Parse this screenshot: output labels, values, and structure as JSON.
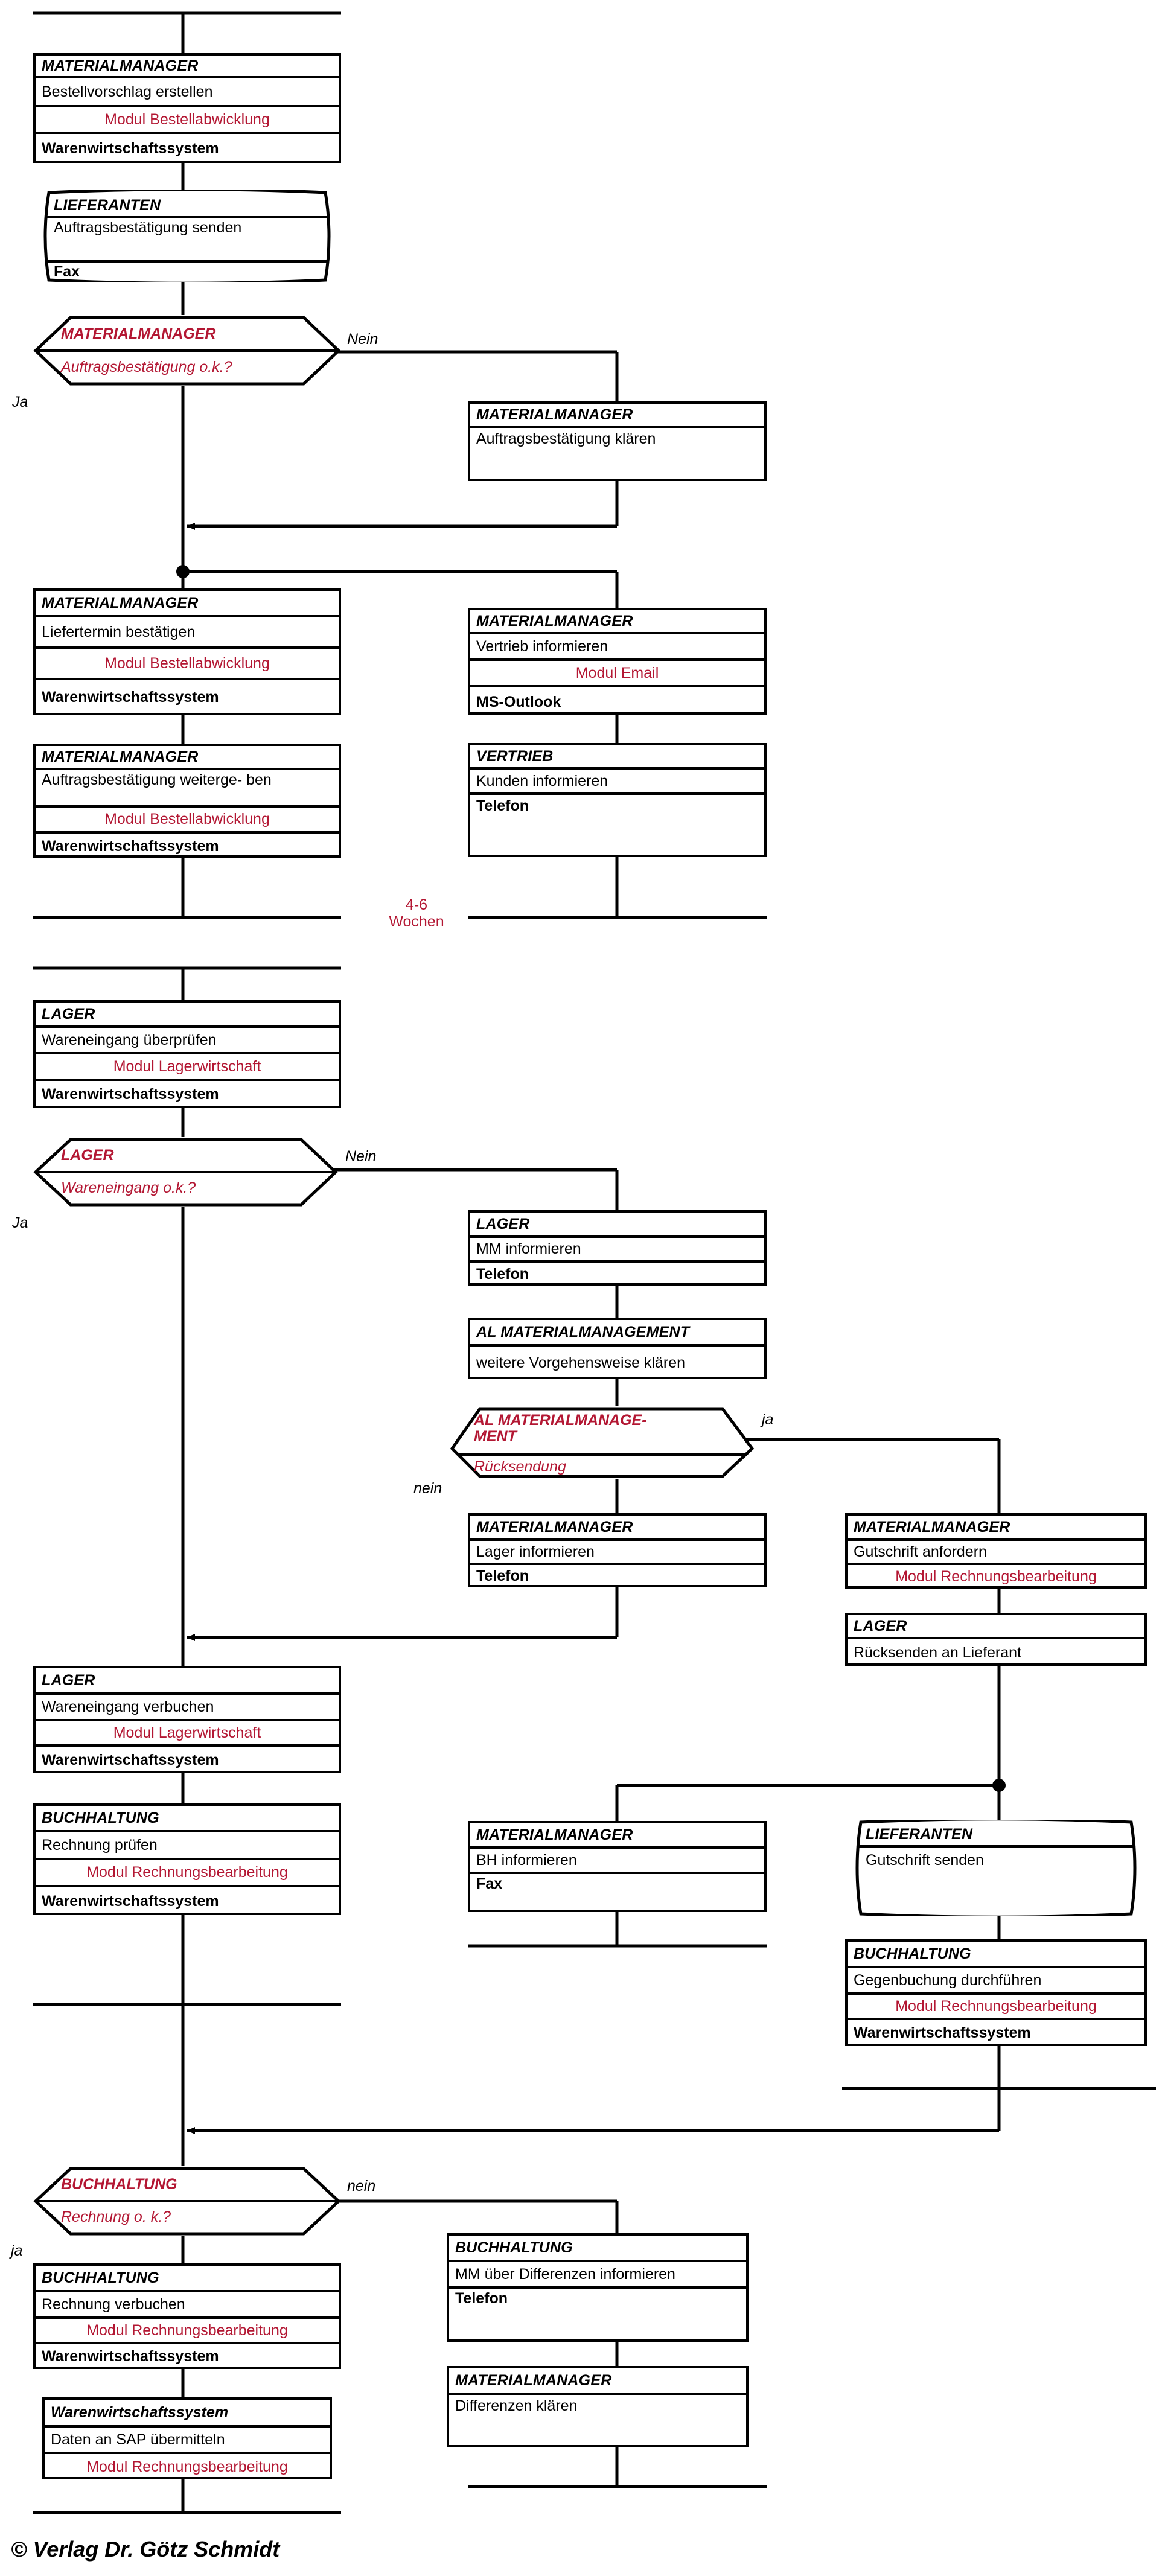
{
  "meta": {
    "title": "Ablaufdiagramm Bestellabwicklung",
    "accent_red": "#B31733",
    "line_color": "#000000"
  },
  "credit": "© Verlag Dr. Götz Schmidt",
  "labels": {
    "nein_1": "Nein",
    "ja_1": "Ja",
    "nein_2": "Nein",
    "ja_2": "Ja",
    "ja_3": "ja",
    "nein_3": "nein",
    "nein_4": "nein",
    "ja_4": "ja",
    "duration": "4-6\nWochen",
    "duration_line1": "4-6",
    "duration_line2": "Wochen"
  },
  "blocks": {
    "b1": {
      "role": "MATERIALMANAGER",
      "task": "Bestellvorschlag erstellen",
      "module": "Modul Bestellabwicklung",
      "system": "Warenwirtschaftssystem"
    },
    "b2": {
      "role": "LIEFERANTEN",
      "task": "Auftragsbestätigung senden",
      "system": "Fax"
    },
    "d1": {
      "role": "MATERIALMANAGER",
      "condition": "Auftragsbestätigung o.k.?"
    },
    "b3": {
      "role": "MATERIALMANAGER",
      "task": "Auftragsbestätigung klären"
    },
    "b4": {
      "role": "MATERIALMANAGER",
      "task": "Liefertermin bestätigen",
      "module": "Modul Bestellabwicklung",
      "system": "Warenwirtschaftssystem"
    },
    "b5": {
      "role": "MATERIALMANAGER",
      "task": "Auftragsbestätigung weiterge-\nben",
      "module": "Modul Bestellabwicklung",
      "system": "Warenwirtschaftssystem"
    },
    "b6": {
      "role": "MATERIALMANAGER",
      "task": "Vertrieb informieren",
      "module": "Modul Email",
      "system": "MS-Outlook"
    },
    "b7": {
      "role": "VERTRIEB",
      "task": "Kunden informieren",
      "system": "Telefon"
    },
    "b8": {
      "role": "LAGER",
      "task": "Wareneingang überprüfen",
      "module": "Modul Lagerwirtschaft",
      "system": "Warenwirtschaftssystem"
    },
    "d2": {
      "role": "LAGER",
      "condition": "Wareneingang o.k.?"
    },
    "b9": {
      "role": "LAGER",
      "task": "MM informieren",
      "system": "Telefon"
    },
    "b10": {
      "role": "AL MATERIALMANAGEMENT",
      "task": "weitere Vorgehensweise klären"
    },
    "d3": {
      "role": "AL MATERIALMANAGE-\nMENT",
      "role_line1": "AL MATERIALMANAGE-",
      "role_line2": "MENT",
      "condition": "Rücksendung"
    },
    "b11": {
      "role": "MATERIALMANAGER",
      "task": "Lager informieren",
      "system": "Telefon"
    },
    "b12": {
      "role": "MATERIALMANAGER",
      "task": "Gutschrift anfordern",
      "module": "Modul Rechnungsbearbeitung"
    },
    "b13": {
      "role": "LAGER",
      "task": "Rücksenden an Lieferant"
    },
    "b14": {
      "role": "LAGER",
      "task": "Wareneingang verbuchen",
      "module": "Modul Lagerwirtschaft",
      "system": "Warenwirtschaftssystem"
    },
    "b15": {
      "role": "BUCHHALTUNG",
      "task": "Rechnung prüfen",
      "module": "Modul Rechnungsbearbeitung",
      "system": "Warenwirtschaftssystem"
    },
    "b16": {
      "role": "MATERIALMANAGER",
      "task": "BH informieren",
      "system": "Fax"
    },
    "b17": {
      "role": "LIEFERANTEN",
      "task": "Gutschrift senden"
    },
    "b18": {
      "role": "BUCHHALTUNG",
      "task": "Gegenbuchung durchführen",
      "module": "Modul Rechnungsbearbeitung",
      "system": "Warenwirtschaftssystem"
    },
    "d4": {
      "role": "BUCHHALTUNG",
      "condition": "Rechnung o. k.?"
    },
    "b19": {
      "role": "BUCHHALTUNG",
      "task": "Rechnung verbuchen",
      "module": "Modul Rechnungsbearbeitung",
      "system": "Warenwirtschaftssystem"
    },
    "b20": {
      "role": "Warenwirtschaftssystem",
      "task": "Daten an SAP übermitteln",
      "module": "Modul Rechnungsbearbeitung"
    },
    "b21": {
      "role": "BUCHHALTUNG",
      "task": "MM über Differenzen informieren",
      "system": "Telefon"
    },
    "b22": {
      "role": "MATERIALMANAGER",
      "task": "Differenzen klären"
    }
  }
}
